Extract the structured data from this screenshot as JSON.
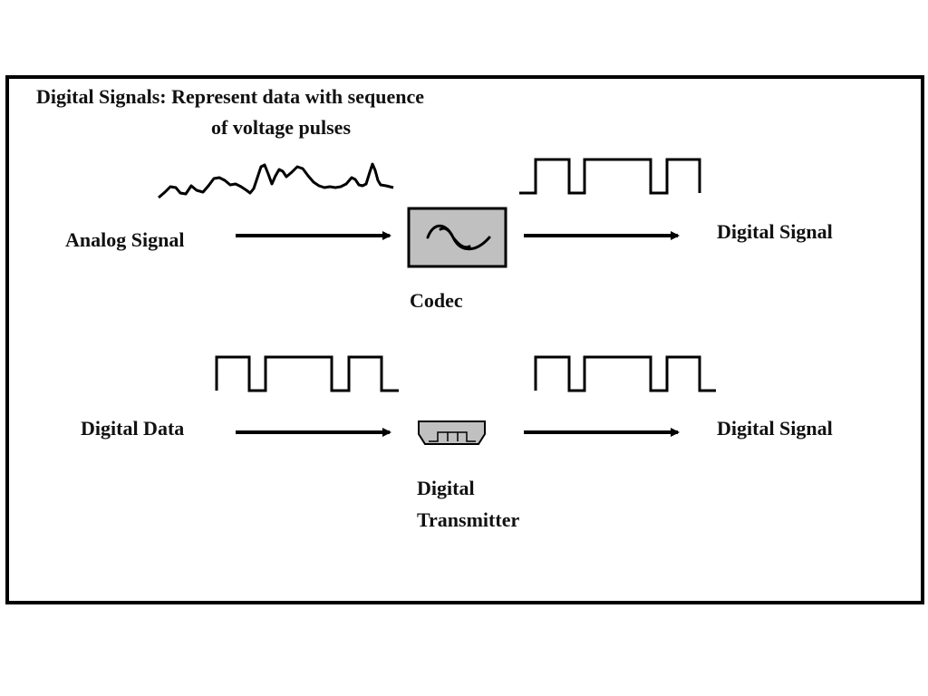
{
  "title": {
    "line1": "Digital Signals: Represent data with sequence",
    "line2": "of voltage pulses"
  },
  "row1": {
    "input_label": "Analog Signal",
    "device_label": "Codec",
    "output_label": "Digital Signal"
  },
  "row2": {
    "input_label": "Digital Data",
    "device_label_line1": "Digital",
    "device_label_line2": "Transmitter",
    "output_label": "Digital Signal"
  },
  "colors": {
    "line": "#000000",
    "device_fill": "#c0c0c0"
  }
}
